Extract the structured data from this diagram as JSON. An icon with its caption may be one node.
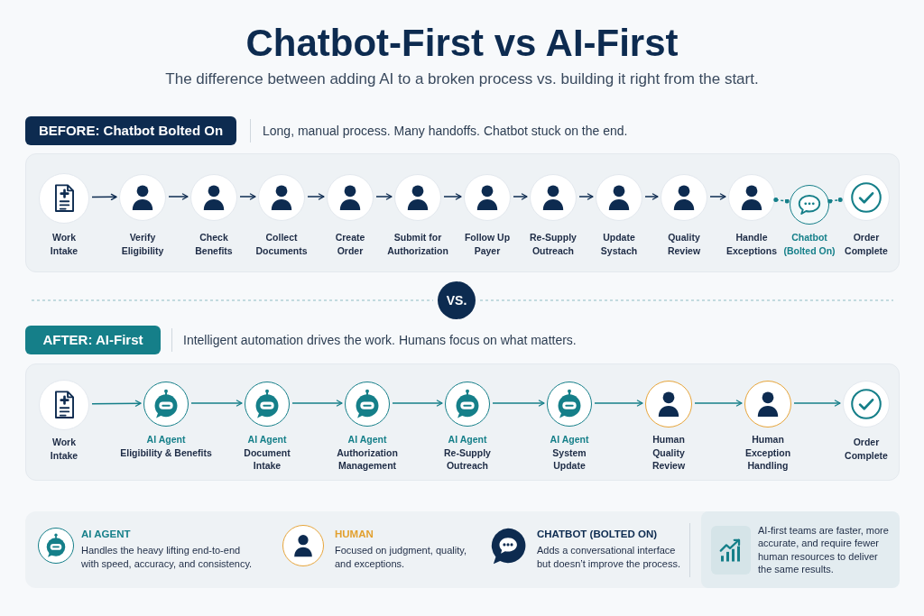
{
  "diagram": {
    "title": "Chatbot-First vs AI-First",
    "nodes": [
      {
        "text": [
          "BEFORE: Chatbot Bolted On"
        ]
      },
      {
        "text": [],
        "shape": "box"
      },
      {
        "text": [
          "Work Intake"
        ],
        "in": 1
      },
      {
        "text": [
          "Verify Eligibility"
        ],
        "in": 1
      },
      {
        "text": [
          "Check Benefits"
        ],
        "in": 1
      },
      {
        "text": [
          "Collect Documents"
        ],
        "in": 1
      },
      {
        "text": [
          "Create Order"
        ],
        "in": 1
      },
      {
        "text": [
          "Submit for Authorization"
        ],
        "in": 1
      },
      {
        "text": [
          "Follow Up Payer"
        ],
        "in": 1
      },
      {
        "text": [
          "Re-Supply Outreach"
        ],
        "in": 1
      },
      {
        "text": [
          "Update Systach"
        ],
        "in": 1
      },
      {
        "text": [
          "Quality Review"
        ],
        "in": 1
      },
      {
        "text": [
          "Handle Exceptions"
        ],
        "in": 1
      },
      {
        "text": [
          "Chatbot (Bolted On)"
        ],
        "in": 1
      },
      {
        "text": [
          "Order Complete"
        ],
        "in": 1
      },
      {
        "text": [
          "VS."
        ]
      },
      {
        "text": [
          "AFTER: AI-First"
        ]
      },
      {
        "text": [],
        "shape": "box"
      },
      {
        "text": [
          "Work Intake"
        ],
        "in": 17
      },
      {
        "text": [
          "AI Agent",
          "Eligibility & Benefits"
        ],
        "in": 17
      },
      {
        "text": [
          "AI Agent",
          "Document Intake"
        ],
        "in": 17
      },
      {
        "text": [
          "AI Agent",
          "Authorization Management"
        ],
        "in": 17
      },
      {
        "text": [
          "AI Agent",
          "Re-Supply Outreach"
        ],
        "in": 17
      },
      {
        "text": [
          "AI Agent",
          "System Update"
        ],
        "in": 17
      },
      {
        "text": [
          "Human Quality Review"
        ],
        "in": 17
      },
      {
        "text": [
          "Human Exception Handling"
        ],
        "in": 17
      },
      {
        "text": [
          "Order Complete"
        ],
        "in": 17
      },
      {
        "text": [
          "AI-first teams are faster, more accurate, and require fewer human resources to deliver the same results."
        ]
      }
    ],
    "edges": [
      {
        "from": 2,
        "to": 3,
        "arrow": "to"
      },
      {
        "from": 3,
        "to": 4,
        "arrow": "to"
      },
      {
        "from": 4,
        "to": 5,
        "arrow": "to"
      },
      {
        "from": 5,
        "to": 6,
        "arrow": "to"
      },
      {
        "from": 6,
        "to": 7,
        "arrow": "to"
      },
      {
        "from": 7,
        "to": 8,
        "arrow": "to"
      },
      {
        "from": 8,
        "to": 9,
        "arrow": "to"
      },
      {
        "from": 9,
        "to": 10,
        "arrow": "to"
      },
      {
        "from": 10,
        "to": 11,
        "arrow": "to"
      },
      {
        "from": 11,
        "to": 12,
        "arrow": "to"
      },
      {
        "from": 12,
        "to": 13,
        "arrow": "other",
        "style": "dashed",
        "color": "#157f89"
      },
      {
        "from": 13,
        "to": 14,
        "arrow": "other",
        "style": "dashed",
        "color": "#157f89"
      },
      {
        "from": 18,
        "to": 19,
        "arrow": "to",
        "color": "#157f89"
      },
      {
        "from": 19,
        "to": 20,
        "arrow": "to",
        "color": "#157f89"
      },
      {
        "from": 20,
        "to": 21,
        "arrow": "to",
        "color": "#157f89"
      },
      {
        "from": 21,
        "to": 22,
        "arrow": "to",
        "color": "#157f89"
      },
      {
        "from": 22,
        "to": 23,
        "arrow": "to",
        "color": "#157f89"
      },
      {
        "from": 23,
        "to": 24,
        "arrow": "to",
        "color": "#157f89"
      },
      {
        "from": 24,
        "to": 25,
        "arrow": "to",
        "color": "#157f89"
      },
      {
        "from": 25,
        "to": 26,
        "arrow": "to",
        "color": "#157f89"
      }
    ],
    "labels": [
      "The difference between adding AI to a broken process vs. building it right from the start.",
      "Long, manual process. Many handoffs. Chatbot stuck on the end.",
      "Intelligent automation drives the work. Humans focus on what matters.",
      "Handles the heavy lifting end-to-end with speed, accuracy, and consistency.",
      "Focused on judgment, quality, and exceptions.",
      "Adds a conversational interface but doesn’t improve the process."
    ],
    "legend": [
      {
        "text": "AI AGENT"
      },
      {
        "text": "HUMAN"
      },
      {
        "text": "CHATBOT (BOLTED ON)"
      }
    ]
  }
}
